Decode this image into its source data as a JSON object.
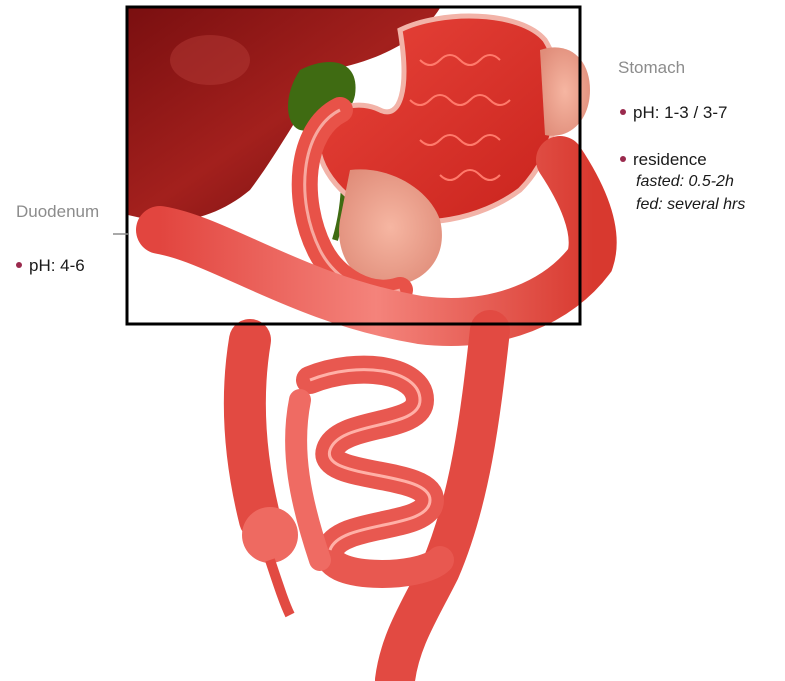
{
  "labels": {
    "stomach": {
      "title": "Stomach",
      "bullets": [
        {
          "text": "pH: 1-3 / 3-7"
        },
        {
          "text": "residence",
          "details": [
            "fasted: 0.5-2h",
            "fed: several hrs"
          ]
        }
      ]
    },
    "duodenum": {
      "title": "Duodenum",
      "bullets": [
        {
          "text": "pH: 4-6"
        }
      ]
    }
  },
  "colors": {
    "bullet": "#9a2a4d",
    "label_title": "#8c8c8c",
    "highlight_box": "#000000",
    "intestine": "#e8574f",
    "liver": "#8a1414",
    "gallbladder": "#3f6b12"
  },
  "highlight_box": {
    "description_ref": "stomach-duodenum-region"
  }
}
